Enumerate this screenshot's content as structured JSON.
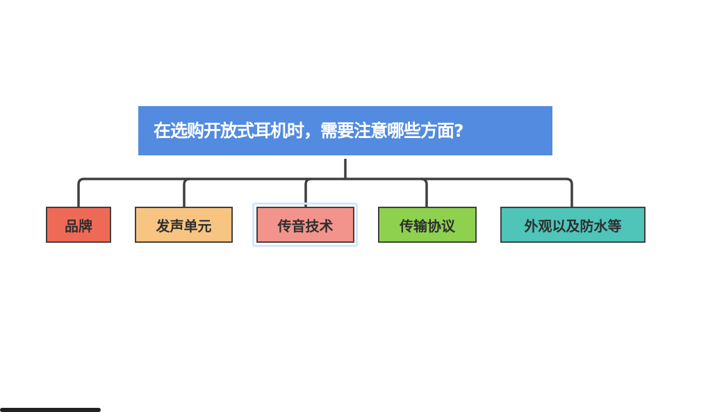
{
  "mindmap": {
    "root": {
      "label": "在选购开放式耳机时，需要注意哪些方面?",
      "color": "#528bdf"
    },
    "topics": [
      {
        "label": "品牌",
        "color": "#ef6a56"
      },
      {
        "label": "发声单元",
        "color": "#f8c482"
      },
      {
        "label": "传音技术",
        "color": "#f2948c",
        "selected": true
      },
      {
        "label": "传输协议",
        "color": "#8ed14f"
      },
      {
        "label": "外观以及防水等",
        "color": "#4fc4b8"
      }
    ],
    "connector_color": "#3f3f3f",
    "selection_color": "#d4e5fb"
  }
}
